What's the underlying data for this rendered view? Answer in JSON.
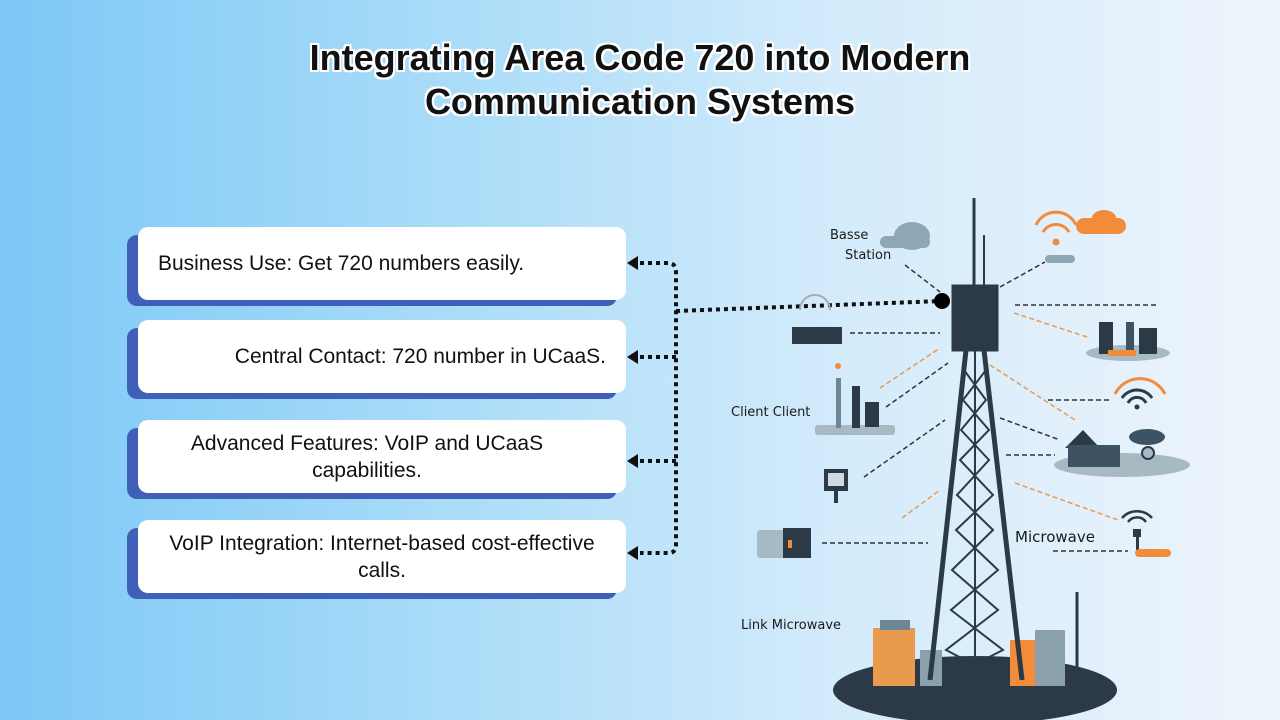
{
  "title": {
    "line1": "Integrating Area Code 720 into Modern",
    "line2": "Communication Systems"
  },
  "cards": [
    {
      "text": "Business Use: Get 720 numbers easily."
    },
    {
      "text": "Central Contact: 720 number in UCaaS."
    },
    {
      "text": "Advanced Features: VoIP and UCaaS capabilities."
    },
    {
      "text": "VoIP Integration: Internet-based cost-effective calls."
    }
  ],
  "illustration_labels": {
    "base_station_1": "Basse",
    "base_station_2": "Station",
    "client": "Client Client",
    "microwave": "Microwave",
    "link_microwave": "Link Microwave"
  },
  "colors": {
    "card_shadow": "#3f5fb8",
    "tower": "#2c3a48",
    "accent": "#f28c3a"
  }
}
